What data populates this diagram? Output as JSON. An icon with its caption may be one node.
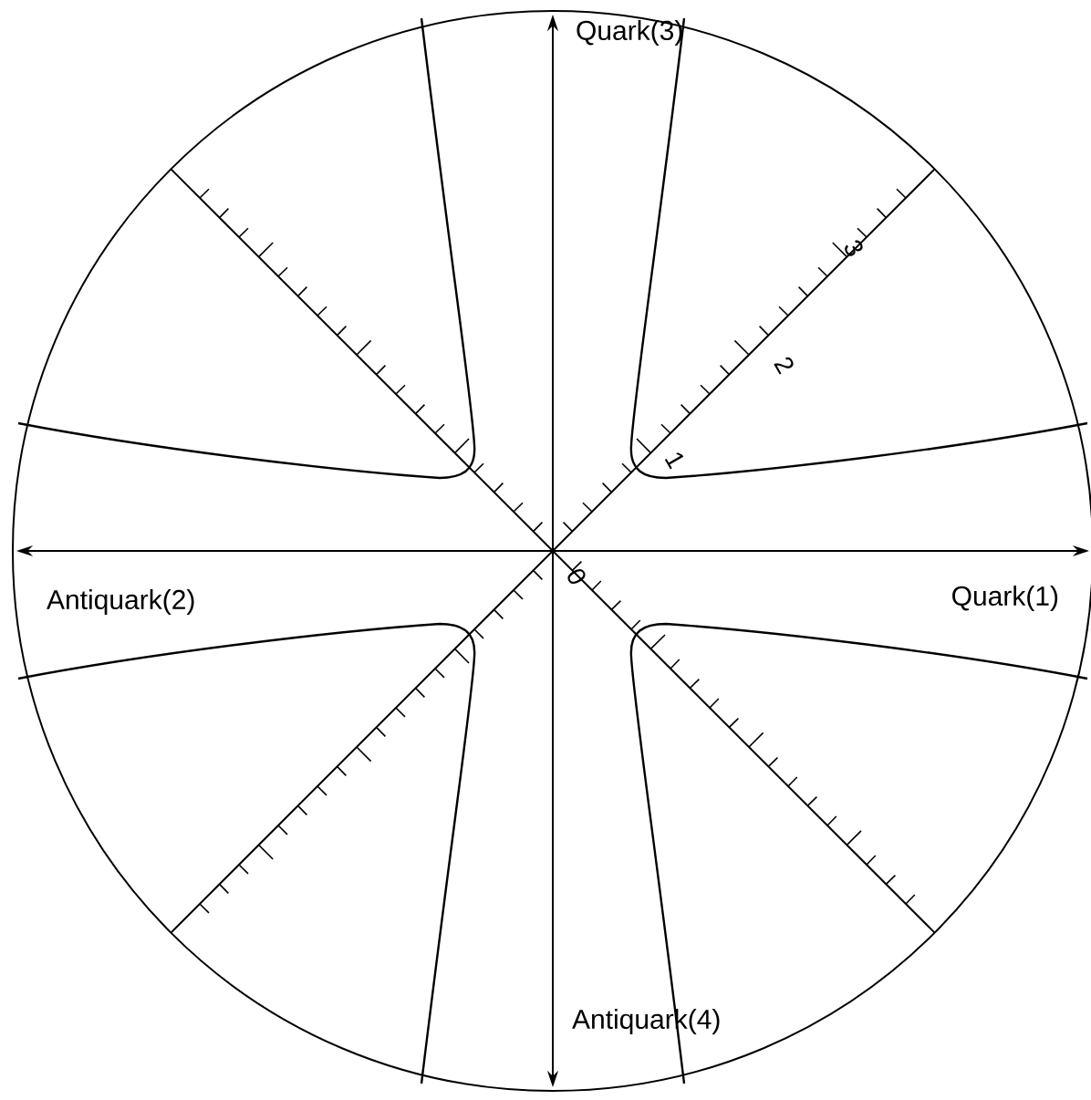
{
  "diagram": {
    "labels": [
      "Quark(3)",
      "3",
      "2",
      "1",
      "Antiquark(2)",
      "0",
      "Quark(1)",
      "Antiquark(4)"
    ]
  }
}
